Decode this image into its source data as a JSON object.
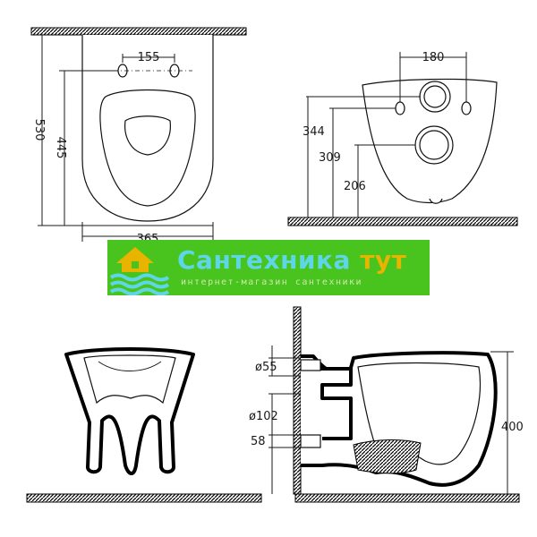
{
  "dimensions": {
    "top_front": {
      "hole_spacing": "155",
      "total_height": "530",
      "hole_height": "445",
      "width": "365"
    },
    "top_rear": {
      "hole_spacing": "180",
      "upper_height": "344",
      "hole_height": "309",
      "pipe_height": "206"
    },
    "side_section": {
      "diameter_small": "ø55",
      "diameter_large": "ø102",
      "outlet_height": "58",
      "rim_height": "400"
    }
  },
  "watermark": {
    "brand_main": "Сантехника",
    "brand_accent": "тут",
    "tagline": "интернет-магазин сантехники",
    "colors": {
      "background": "#49c41f",
      "text": "#5ed6e8",
      "accent": "#e8b400",
      "waves": "#5ed6e8"
    }
  }
}
